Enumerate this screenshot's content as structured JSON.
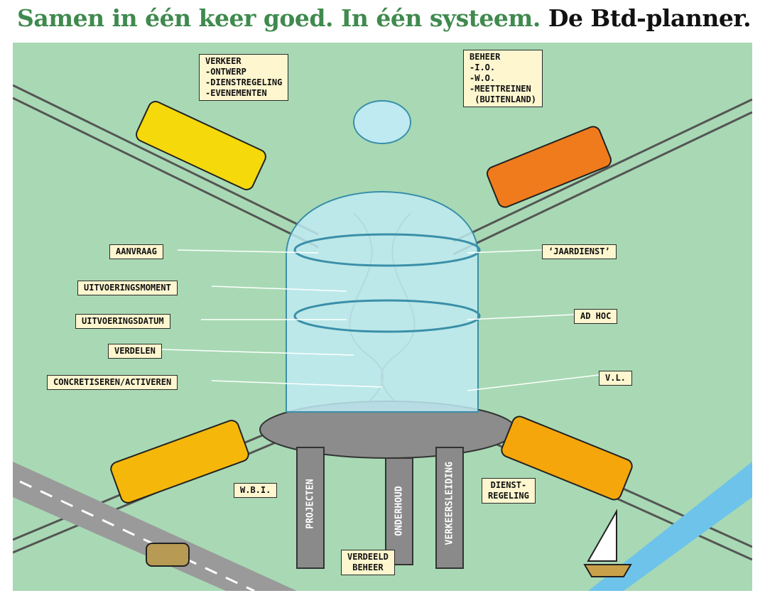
{
  "title": {
    "green_part": "Samen in één keer goed. In één systeem.",
    "black_part": "De Btd-planner."
  },
  "bubbles": {
    "verkeer": "VERKEER\n-ONTWERP\n-DIENSTREGELING\n-EVENEMENTEN",
    "beheer": "BEHEER\n-I.O.\n-W.O.\n-MEETTREINEN\n (BUITENLAND)"
  },
  "left_labels": {
    "aanvraag": "AANVRAAG",
    "uitvoeringsmoment": "UITVOERINGSMOMENT",
    "uitvoeringsdatum": "UITVOERINGSDATUM",
    "verdelen": "VERDELEN",
    "concretiseren": "CONCRETISEREN/ACTIVEREN"
  },
  "right_labels": {
    "jaardienst": "‘JAARDIENST’",
    "adhoc": "AD HOC",
    "vl": "V.L."
  },
  "bottom_labels": {
    "wbi": "W.B.I.",
    "dienstregeling": "DIENST-\nREGELING",
    "verdeeld_beheer": "VERDEELD\nBEHEER"
  },
  "pillars": {
    "projecten": "PROJECTEN",
    "onderhoud": "ONDERHOUD",
    "verkeersleiding": "VERKEERSLEIDING"
  },
  "colors": {
    "title_green": "#3f8a4e",
    "background": "#a8d9b4",
    "label_fill": "#fdf6cf",
    "yellow_train": "#f5d90a",
    "orange_train": "#f07b1c",
    "glass": "#bfeaf2",
    "pillar": "#8a8a8a"
  }
}
